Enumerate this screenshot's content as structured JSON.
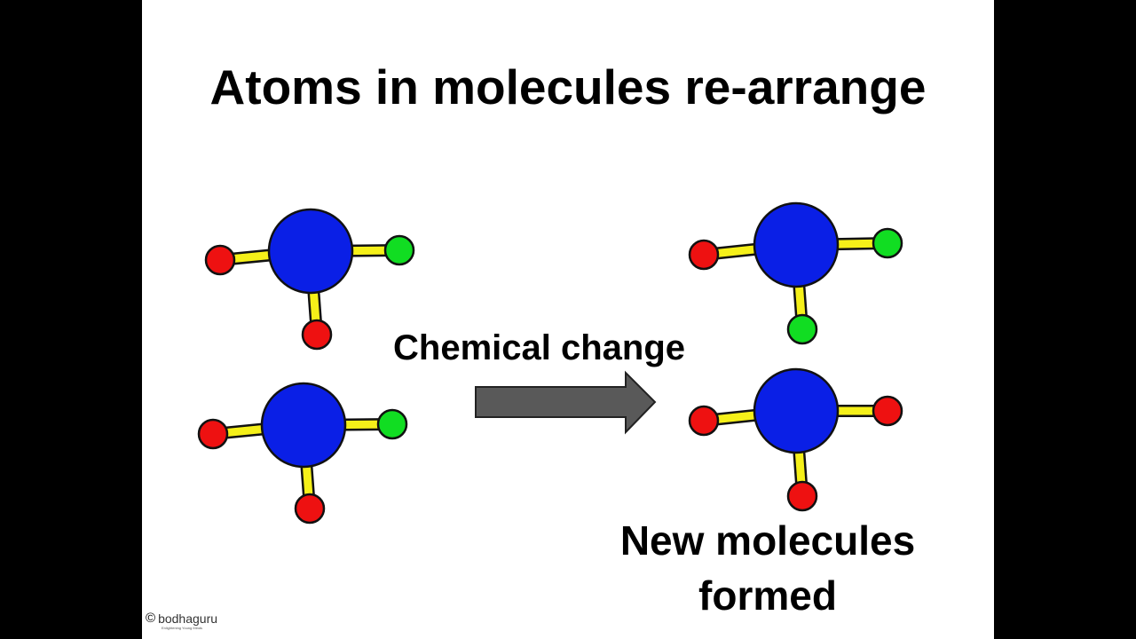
{
  "title": "Atoms in molecules re-arrange",
  "arrow_label": "Chemical change",
  "result_label_line1": "New molecules",
  "result_label_line2": "formed",
  "logo": {
    "copyright": "©",
    "brand": "bodhaguru",
    "tagline": "Enlightening Young Minds"
  },
  "colors": {
    "central": "#0a1fe6",
    "red": "#ee1111",
    "green": "#11dd22",
    "bond": "#f5f019",
    "arrow": "#595959"
  },
  "molecules": [
    {
      "name": "reactant-molecule-1",
      "central": "central",
      "left": "red",
      "right": "green",
      "bottom": "red"
    },
    {
      "name": "reactant-molecule-2",
      "central": "central",
      "left": "red",
      "right": "green",
      "bottom": "red"
    },
    {
      "name": "product-molecule-1",
      "central": "central",
      "left": "red",
      "right": "green",
      "bottom": "green"
    },
    {
      "name": "product-molecule-2",
      "central": "central",
      "left": "red",
      "right": "red",
      "bottom": "red"
    }
  ]
}
